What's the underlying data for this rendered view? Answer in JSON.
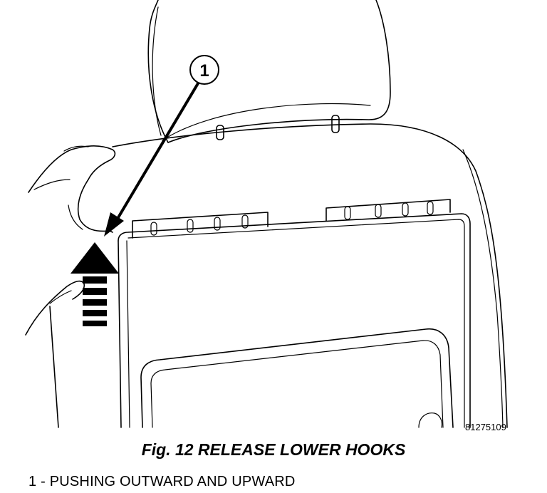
{
  "figure": {
    "callout_number": "1",
    "reference_number": "81275109",
    "caption": "Fig. 12 RELEASE LOWER HOOKS",
    "legend": [
      {
        "text": "1 - PUSHING OUTWARD AND UPWARD"
      }
    ]
  }
}
